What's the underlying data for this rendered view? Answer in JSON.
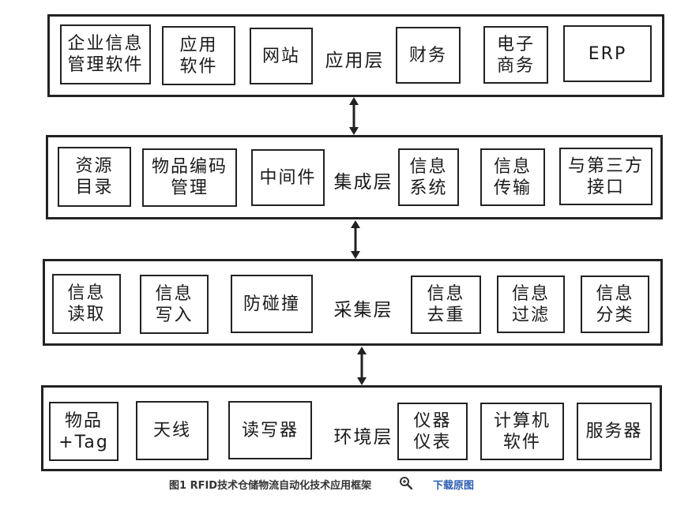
{
  "layers": [
    {
      "label": "应用层",
      "boxes": [
        "企业信息\n管理软件",
        "应用\n软件",
        "网站",
        "财务",
        "电子\n商务",
        "ERP"
      ]
    },
    {
      "label": "集成层",
      "boxes": [
        "资源\n目录",
        "物品编码\n管理",
        "中间件",
        "信息\n系统",
        "信息\n传输",
        "与第三方\n接口"
      ]
    },
    {
      "label": "采集层",
      "boxes": [
        "信息\n读取",
        "信息\n写入",
        "防碰撞",
        "信息\n去重",
        "信息\n过滤",
        "信息\n分类"
      ]
    },
    {
      "label": "环境层",
      "boxes": [
        "物品\n+Tag",
        "天线",
        "读写器",
        "仪器\n仪表",
        "计算机\n软件",
        "服务器"
      ]
    }
  ],
  "caption": "图1 RFID技术仓储物流自动化技术应用框架",
  "download_label": "下载原图",
  "zoom_icon": "magnifier-icon",
  "colors": {
    "border": "#222222",
    "link": "#2a5db0"
  }
}
